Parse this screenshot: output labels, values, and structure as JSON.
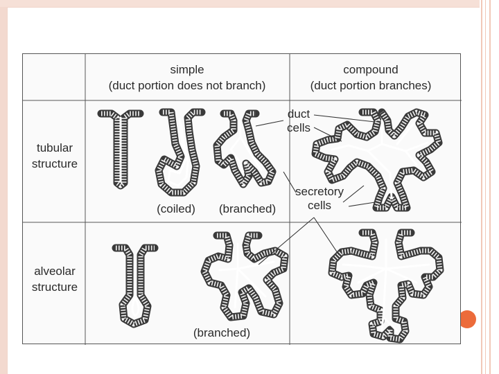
{
  "header": {
    "simple_title": "simple",
    "simple_subtitle": "(duct portion does not branch)",
    "compound_title": "compound",
    "compound_subtitle": "(duct portion branches)"
  },
  "rows": {
    "tubular_line1": "tubular",
    "tubular_line2": "structure",
    "alveolar_line1": "alveolar",
    "alveolar_line2": "structure"
  },
  "captions": {
    "coiled": "(coiled)",
    "branched_tubular": "(branched)",
    "branched_alveolar": "(branched)"
  },
  "callouts": {
    "duct_line1": "duct",
    "duct_line2": "cells",
    "secretory_line1": "secretory",
    "secretory_line2": "cells"
  },
  "colors": {
    "accent": "#ec6b3a",
    "frame": "#f3d9cf",
    "ink": "#2a2a2a"
  }
}
